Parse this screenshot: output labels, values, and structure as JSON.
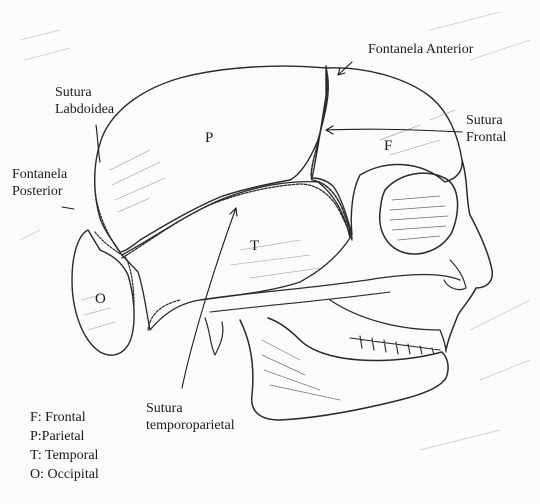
{
  "labels": {
    "fontanela_anterior": "Fontanela Anterior",
    "sutura_labdoidea": [
      "Sutura",
      "Labdoidea"
    ],
    "sutura_frontal": [
      "Sutura",
      "Frontal"
    ],
    "fontanela_posterior": [
      "Fontanela",
      "Posterior"
    ],
    "sutura_temporoparietal": [
      "Sutura",
      "temporoparietal"
    ]
  },
  "bones": {
    "parietal": "P",
    "frontal": "F",
    "temporal": "T",
    "occipital": "O"
  },
  "legend": [
    "F: Frontal",
    "P:Parietal",
    "T: Temporal",
    "O: Occipital"
  ]
}
